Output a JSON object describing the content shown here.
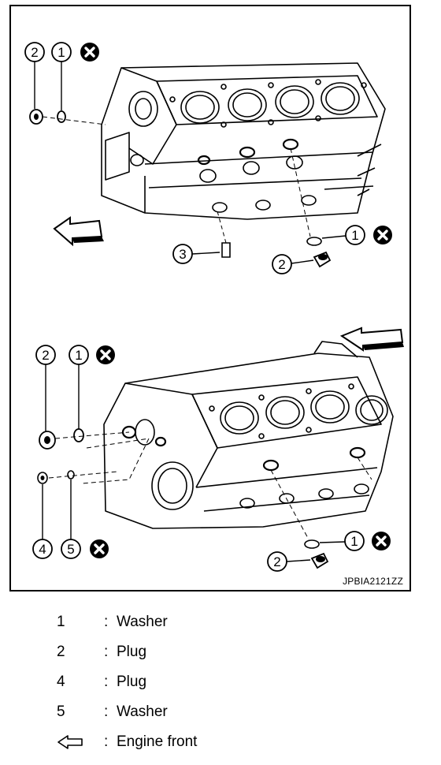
{
  "figure": {
    "code": "JPBIA2121ZZ",
    "callouts": {
      "washer": "1",
      "plug": "2",
      "bolt": "3",
      "plug_small": "4",
      "washer_small": "5"
    }
  },
  "legend": {
    "separator": ":",
    "items": [
      {
        "num": "1",
        "text": "Washer"
      },
      {
        "num": "2",
        "text": "Plug"
      },
      {
        "num": "4",
        "text": "Plug"
      },
      {
        "num": "5",
        "text": "Washer"
      }
    ],
    "front": {
      "icon": "hollow-arrow-left-icon",
      "text": "Engine front"
    }
  }
}
